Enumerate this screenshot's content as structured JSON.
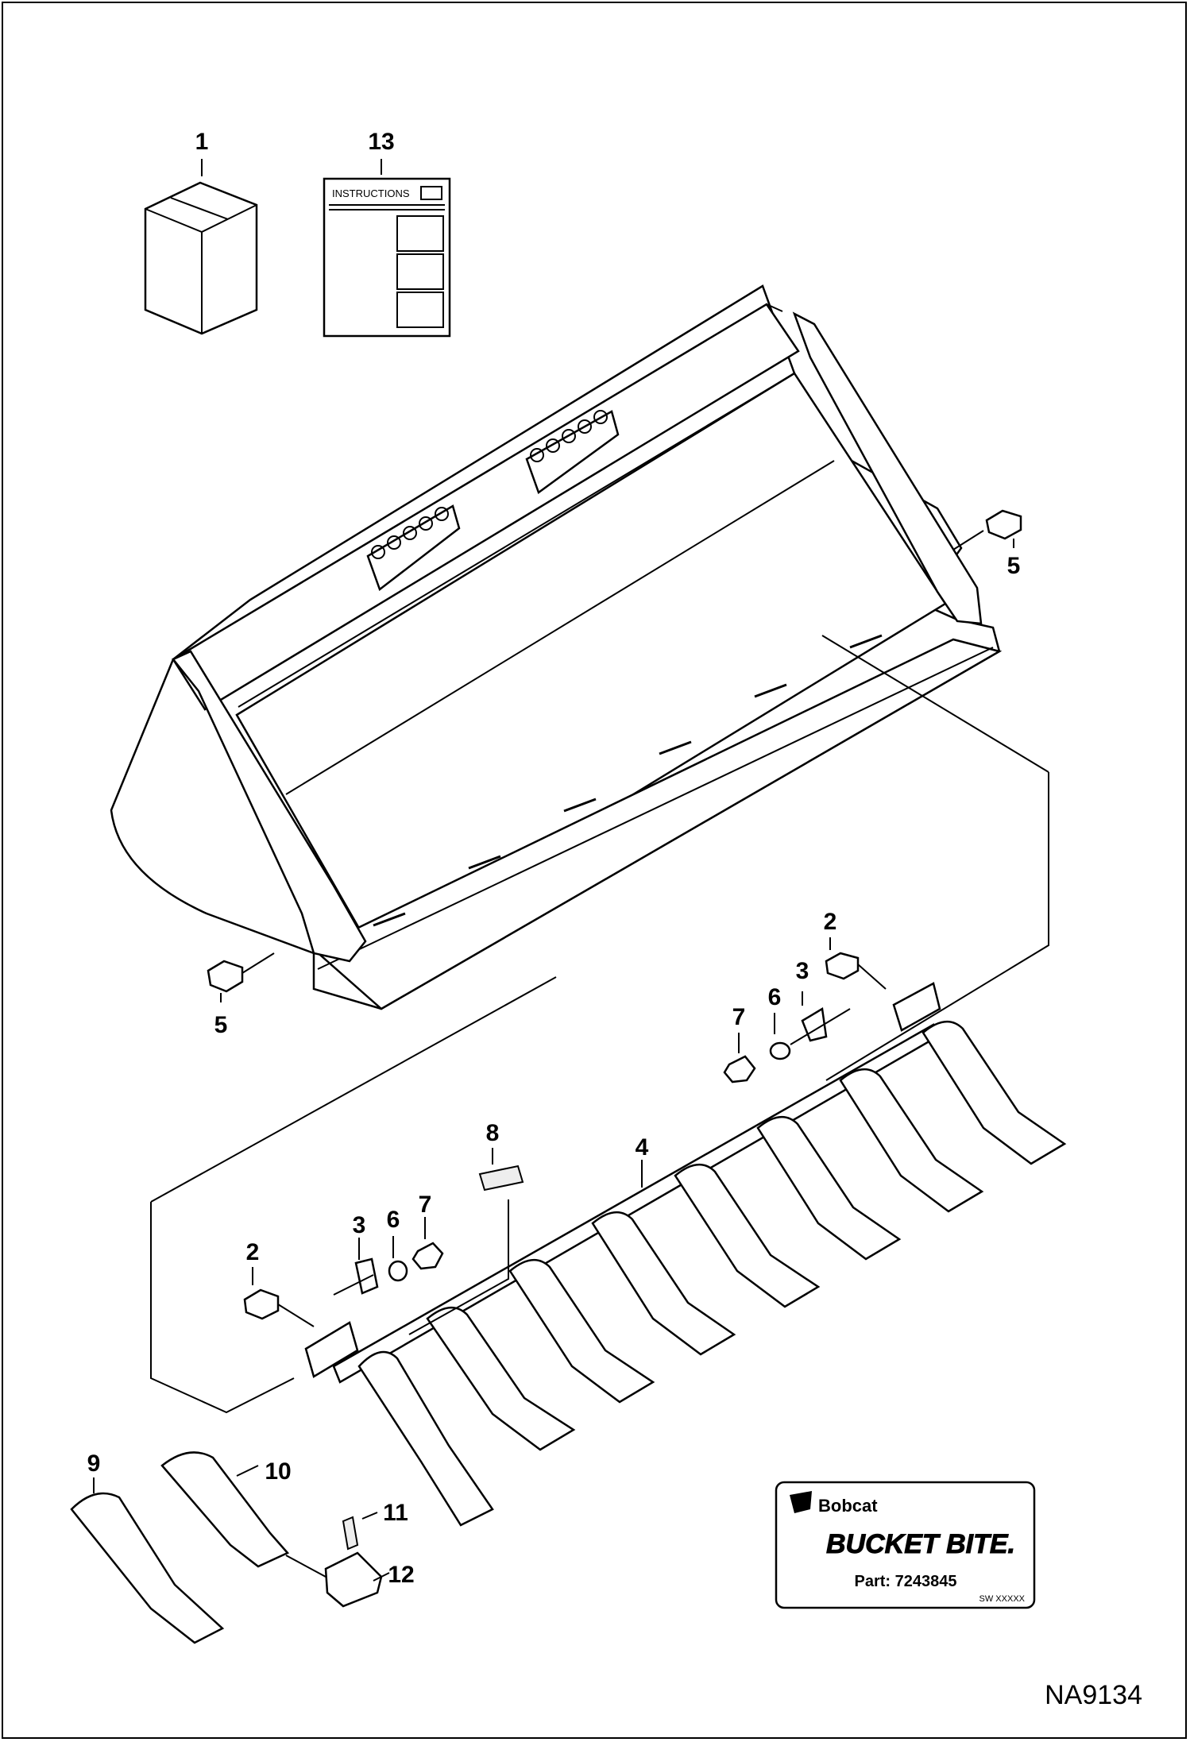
{
  "callouts": {
    "c1": "1",
    "c13": "13",
    "c5a": "5",
    "c5b": "5",
    "c2a": "2",
    "c3a": "3",
    "c6a": "6",
    "c7a": "7",
    "c8": "8",
    "c4": "4",
    "c3b": "3",
    "c6b": "6",
    "c7b": "7",
    "c2b": "2",
    "c9": "9",
    "c10": "10",
    "c11": "11",
    "c12": "12"
  },
  "instructions_sheet": {
    "title": "INSTRUCTIONS"
  },
  "decal": {
    "brand": "Bobcat",
    "product": "BUCKET BITE.",
    "part": "Part: 7243845",
    "code": "SW XXXXX"
  },
  "figure_id": "NA9134"
}
